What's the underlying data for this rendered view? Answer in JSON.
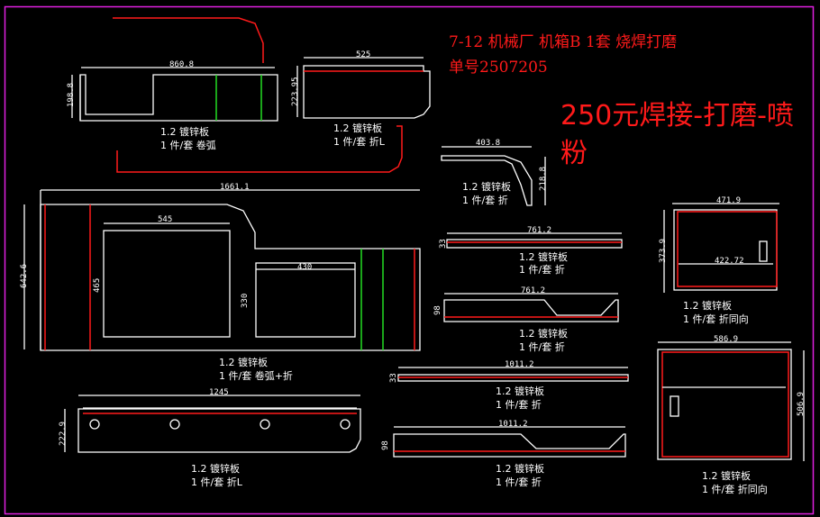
{
  "header": {
    "line1": "7-12 机械厂  机箱B  1套 烧焊打磨",
    "line2": "单号2507205",
    "price_line1": "250元焊接-打磨-喷",
    "price_line2": "粉"
  },
  "colors": {
    "background": "#000000",
    "outline": "#ffffff",
    "bend_line": "#ff1a1a",
    "arc_line": "#22dd22",
    "frame": "#e020e0",
    "note_text": "#ff1a1a"
  },
  "parts": [
    {
      "id": "p1",
      "dims": {
        "width": "860.8",
        "height": "198.8"
      },
      "material": "1.2 镀锌板",
      "qty_process": "1 件/套 卷弧"
    },
    {
      "id": "p2",
      "dims": {
        "width": "525",
        "height": "223.95"
      },
      "material": "1.2 镀锌板",
      "qty_process": "1 件/套 折L"
    },
    {
      "id": "p3",
      "dims": {
        "width": "403.8",
        "height": "218.8"
      },
      "material": "1.2 镀锌板",
      "qty_process": "1 件/套 折"
    },
    {
      "id": "p4",
      "dims": {
        "width": "1661.1",
        "height": "642.6",
        "cutout1_width": "545",
        "cutout1_height": "465",
        "cutout2_width": "430",
        "cutout2_height": "330"
      },
      "material": "1.2 镀锌板",
      "qty_process": "1 件/套 卷弧+折"
    },
    {
      "id": "p5",
      "dims": {
        "width": "761.2",
        "height": "33"
      },
      "material": "1.2 镀锌板",
      "qty_process": "1 件/套 折"
    },
    {
      "id": "p6",
      "dims": {
        "width": "761.2",
        "height": "98"
      },
      "material": "1.2 镀锌板",
      "qty_process": "1 件/套 折"
    },
    {
      "id": "p7",
      "dims": {
        "width": "471.9",
        "height": "373.9",
        "inner_width": "422.72"
      },
      "material": "1.2 镀锌板",
      "qty_process": "1 件/套 折同向"
    },
    {
      "id": "p8",
      "dims": {
        "width": "1011.2",
        "height": "33"
      },
      "material": "1.2 镀锌板",
      "qty_process": "1 件/套 折"
    },
    {
      "id": "p9",
      "dims": {
        "width": "1011.2",
        "height": "98"
      },
      "material": "1.2 镀锌板",
      "qty_process": "1 件/套 折"
    },
    {
      "id": "p10",
      "dims": {
        "width": "1245",
        "height": "222.9"
      },
      "material": "1.2 镀锌板",
      "qty_process": "1 件/套 折L"
    },
    {
      "id": "p11",
      "dims": {
        "width": "586.9",
        "height": "506.9"
      },
      "material": "1.2 镀锌板",
      "qty_process": "1 件/套 折同向"
    }
  ]
}
